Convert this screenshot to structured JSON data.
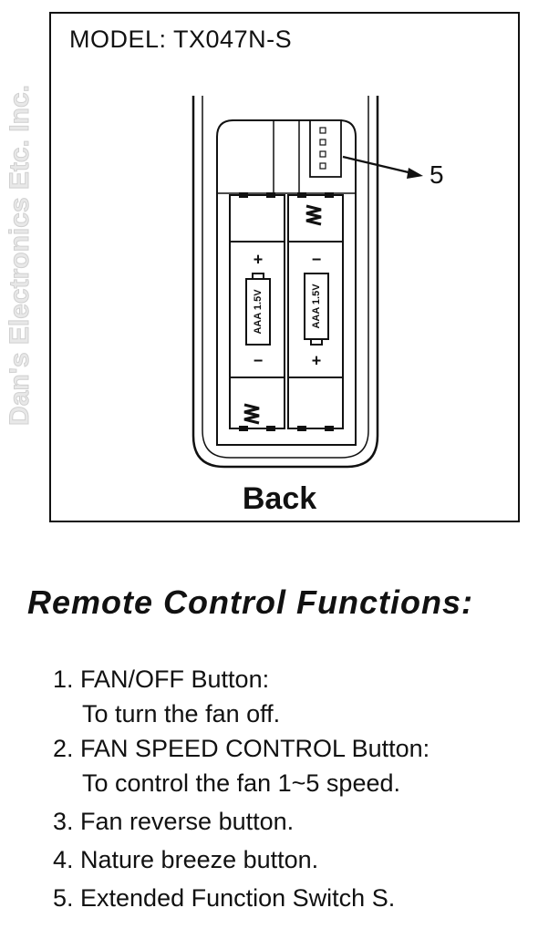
{
  "figure": {
    "model_label": "MODEL: TX047N-S",
    "view_label": "Back",
    "watermark": "Dan's Electronics Etc. Inc.",
    "callout_number": "5",
    "battery_left": {
      "label": "AAA 1.5V",
      "top_sign": "+",
      "bottom_sign": "−"
    },
    "battery_right": {
      "label": "AAA 1.5V",
      "top_sign": "−",
      "bottom_sign": "+"
    }
  },
  "section": {
    "heading": "Remote Control Functions:",
    "items": [
      {
        "title": "1. FAN/OFF  Button:",
        "desc": "To turn the fan off."
      },
      {
        "title": "2. FAN SPEED CONTROL Button:",
        "desc": "To control the fan 1~5 speed."
      },
      {
        "title": "3. Fan reverse button.",
        "desc": ""
      },
      {
        "title": "4. Nature breeze button.",
        "desc": ""
      },
      {
        "title": "5. Extended Function Switch S.",
        "desc": ""
      }
    ]
  }
}
